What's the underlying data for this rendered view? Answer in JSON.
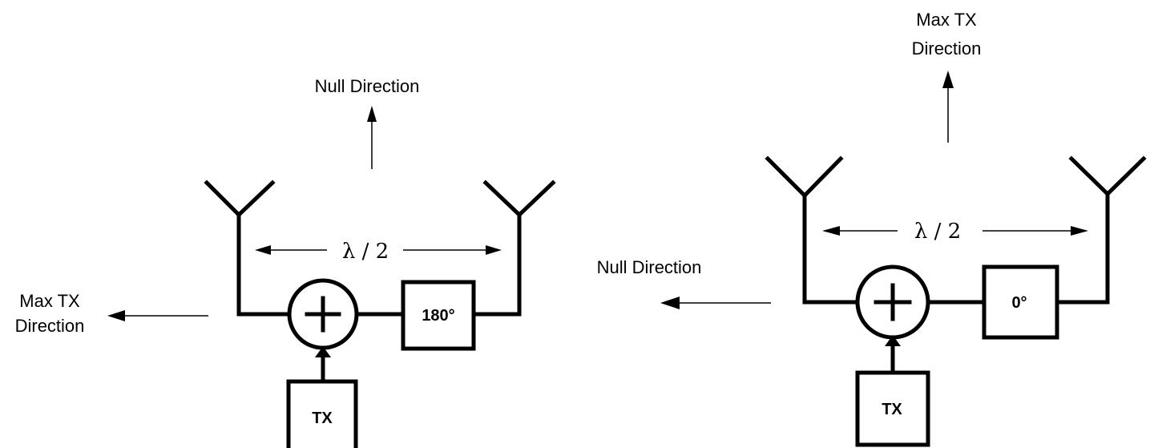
{
  "left_array": {
    "null_direction_label": "Null Direction",
    "max_tx_label_line1": "Max TX",
    "max_tx_label_line2": "Direction",
    "spacing_label": "λ / 2",
    "phase_shift_label": "180°",
    "transmitter_label": "TX"
  },
  "right_array": {
    "null_direction_label": "Null Direction",
    "max_tx_label_line1": "Max TX",
    "max_tx_label_line2": "Direction",
    "spacing_label": "λ / 2",
    "phase_shift_label": "0°",
    "transmitter_label": "TX"
  }
}
